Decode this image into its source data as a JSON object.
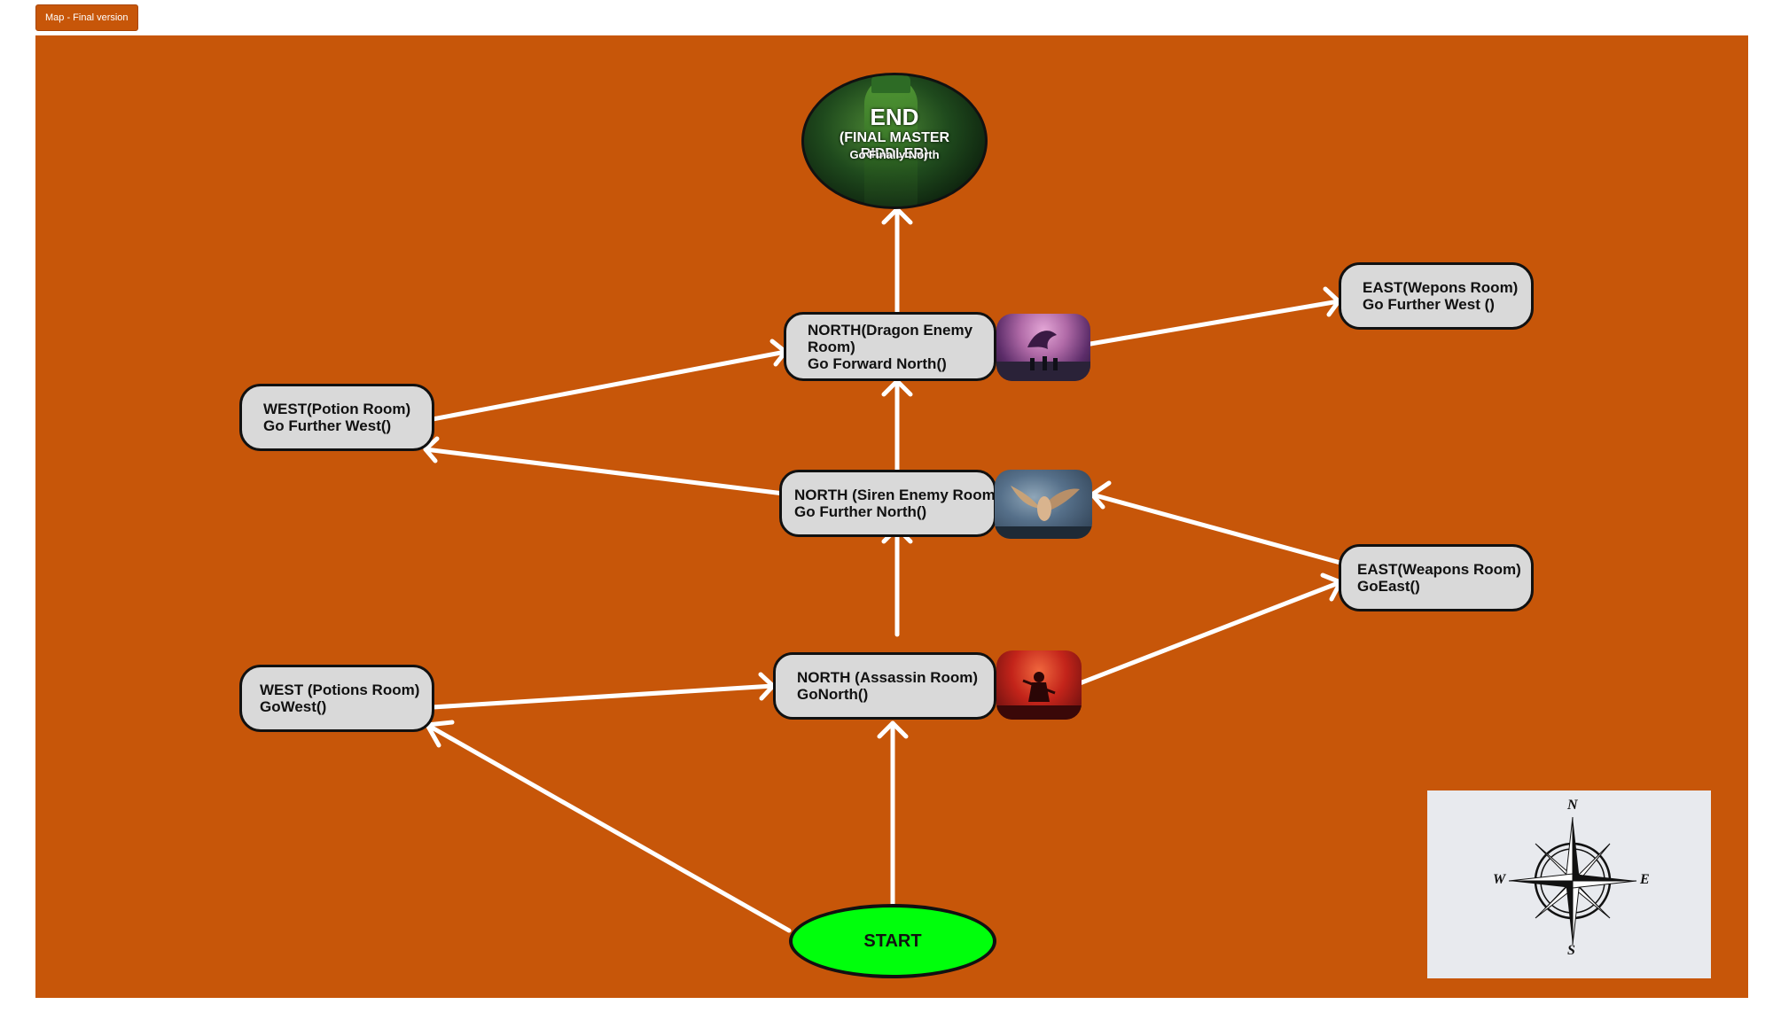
{
  "frame": {
    "label": "Map - Final version"
  },
  "colors": {
    "board": "#c75609",
    "node_fill": "#d9d9d9",
    "node_border": "#111111",
    "start_fill": "#00ff0c",
    "edge": "#ffffff",
    "compass_bg": "#e8eaee"
  },
  "nodes": {
    "end": {
      "title": "END",
      "subtitle": "(FINAL MASTER RIDDLER)",
      "action": "Go Finally North"
    },
    "north_dragon": {
      "line1": "NORTH(Dragon Enemy",
      "line2": "Room)",
      "line3": "Go Forward North()"
    },
    "east_wepons": {
      "line1": "EAST(Wepons Room)",
      "line2": "Go Further West ()"
    },
    "west_potion": {
      "line1": "WEST(Potion Room)",
      "line2": "Go Further West()"
    },
    "north_siren": {
      "line1": "NORTH (Siren Enemy Room)",
      "line2": "Go Further North()"
    },
    "east_weapons": {
      "line1": "EAST(Weapons Room)",
      "line2": "GoEast()"
    },
    "west_potions": {
      "line1": "WEST (Potions Room)",
      "line2": "GoWest()"
    },
    "north_assassin": {
      "line1": "NORTH (Assassin Room)",
      "line2": "GoNorth()"
    },
    "start": {
      "label": "START"
    }
  },
  "images": {
    "dragon": "dragon-scene-thumbnail",
    "siren": "siren-creature-thumbnail",
    "assassin": "assassin-red-sky-thumbnail",
    "end": "riddler-figure-background"
  },
  "compass": {
    "n": "N",
    "e": "E",
    "s": "S",
    "w": "W",
    "icon": "compass-rose-icon"
  },
  "edges": [
    {
      "from": "start",
      "to": "west_potions"
    },
    {
      "from": "start",
      "to": "north_assassin"
    },
    {
      "from": "west_potions",
      "to": "north_assassin"
    },
    {
      "from": "north_assassin",
      "to": "east_weapons"
    },
    {
      "from": "north_assassin",
      "to": "north_siren"
    },
    {
      "from": "east_weapons",
      "to": "north_siren"
    },
    {
      "from": "north_siren",
      "to": "west_potion"
    },
    {
      "from": "north_siren",
      "to": "north_dragon"
    },
    {
      "from": "west_potion",
      "to": "north_dragon"
    },
    {
      "from": "north_dragon",
      "to": "east_wepons"
    },
    {
      "from": "north_dragon",
      "to": "end"
    }
  ]
}
